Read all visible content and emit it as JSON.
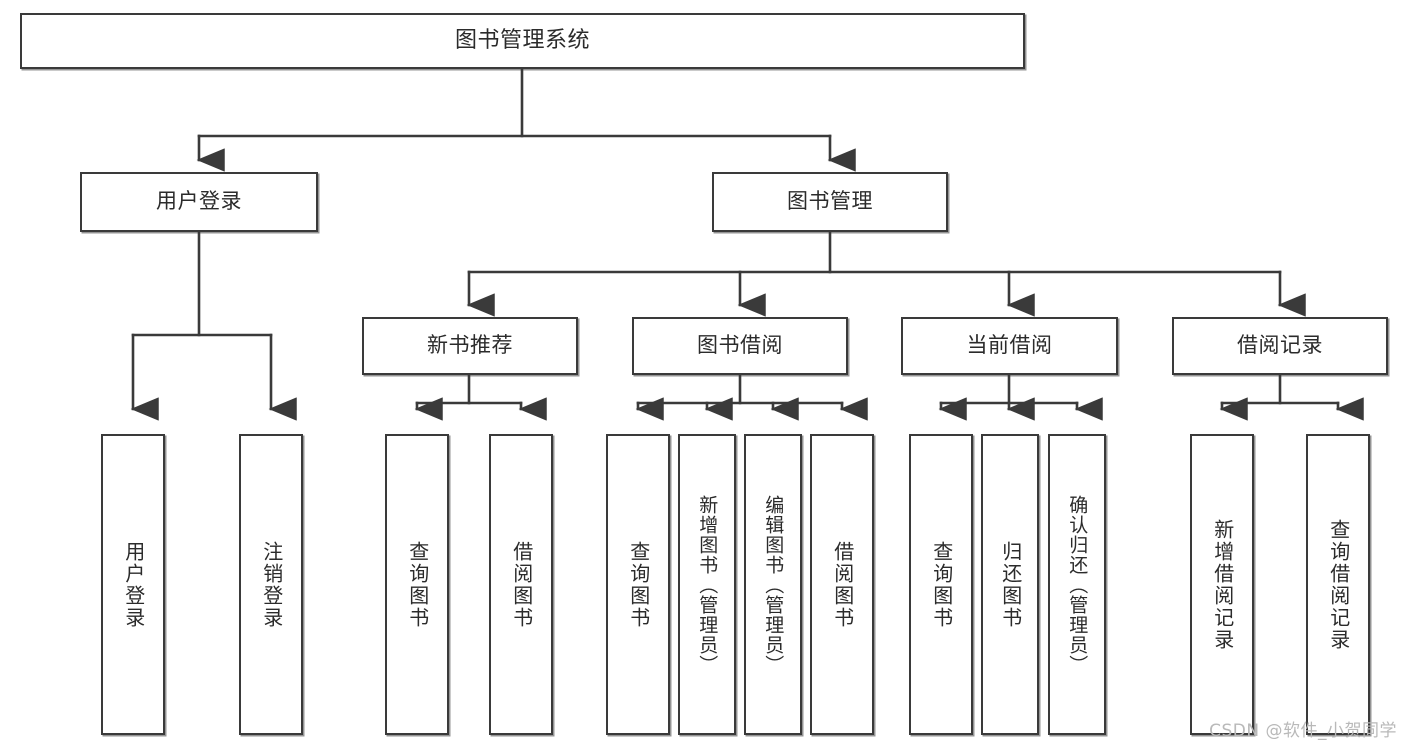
{
  "diagram": {
    "kind": "tree-hierarchy-chart",
    "title": "图书管理系统",
    "watermark": "CSDN @软件_小贺同学",
    "colors": {
      "box_border": "#3a3a3a",
      "box_fill": "#ffffff",
      "connector": "#3a3a3a",
      "text": "#2b2b2b",
      "watermark": "#b9b9b9",
      "background": "#ffffff"
    },
    "root": {
      "label": "图书管理系统"
    },
    "level2": [
      {
        "label": "用户登录"
      },
      {
        "label": "图书管理"
      }
    ],
    "level3": [
      {
        "label": "新书推荐"
      },
      {
        "label": "图书借阅"
      },
      {
        "label": "当前借阅"
      },
      {
        "label": "借阅记录"
      }
    ],
    "leaves": {
      "user_login": [
        {
          "label": "用户登录"
        },
        {
          "label": "注销登录"
        }
      ],
      "new_book_recommend": [
        {
          "label": "查询图书"
        },
        {
          "label": "借阅图书"
        }
      ],
      "book_borrow": [
        {
          "label": "查询图书"
        },
        {
          "label": "新增图书（管理员）"
        },
        {
          "label": "编辑图书（管理员）"
        },
        {
          "label": "借阅图书"
        }
      ],
      "current_borrow": [
        {
          "label": "查询图书"
        },
        {
          "label": "归还图书"
        },
        {
          "label": "确认归还（管理员）"
        }
      ],
      "borrow_records": [
        {
          "label": "新增借阅记录"
        },
        {
          "label": "查询借阅记录"
        }
      ]
    }
  }
}
